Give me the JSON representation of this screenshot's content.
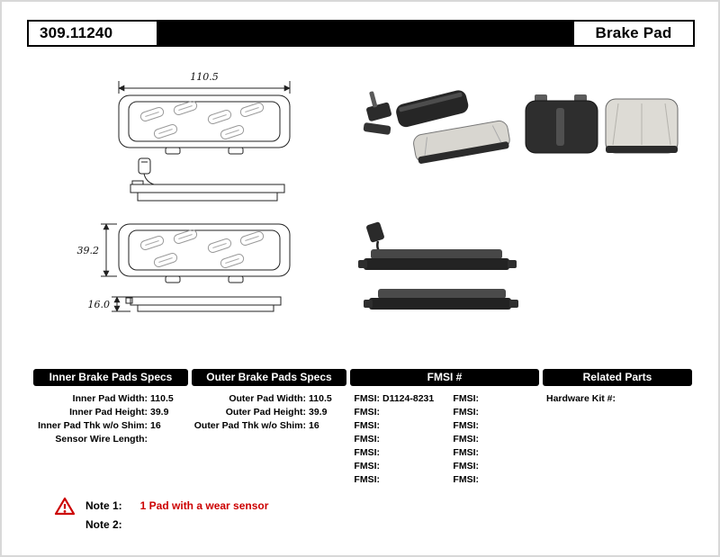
{
  "header": {
    "part_number": "309.11240",
    "product_name": "Brake Pad"
  },
  "diagram": {
    "width_label": "110.5",
    "height_label": "39.2",
    "thickness_label": "16.0"
  },
  "specs": {
    "inner": {
      "title": "Inner Brake Pads Specs",
      "rows": [
        {
          "label": "Inner Pad Width:",
          "value": "110.5"
        },
        {
          "label": "Inner Pad Height:",
          "value": "39.9"
        },
        {
          "label": "Inner Pad Thk w/o Shim:",
          "value": "16"
        },
        {
          "label": "Sensor Wire Length:",
          "value": ""
        }
      ]
    },
    "outer": {
      "title": "Outer Brake Pads Specs",
      "rows": [
        {
          "label": "Outer Pad Width:",
          "value": "110.5"
        },
        {
          "label": "Outer Pad Height:",
          "value": "39.9"
        },
        {
          "label": "Outer Pad Thk w/o Shim:",
          "value": "16"
        }
      ]
    },
    "fmsi": {
      "title": "FMSI #",
      "rows": [
        {
          "l1": "FMSI:",
          "v1": "D1124-8231",
          "l2": "FMSI:",
          "v2": ""
        },
        {
          "l1": "FMSI:",
          "v1": "",
          "l2": "FMSI:",
          "v2": ""
        },
        {
          "l1": "FMSI:",
          "v1": "",
          "l2": "FMSI:",
          "v2": ""
        },
        {
          "l1": "FMSI:",
          "v1": "",
          "l2": "FMSI:",
          "v2": ""
        },
        {
          "l1": "FMSI:",
          "v1": "",
          "l2": "FMSI:",
          "v2": ""
        },
        {
          "l1": "FMSI:",
          "v1": "",
          "l2": "FMSI:",
          "v2": ""
        },
        {
          "l1": "FMSI:",
          "v1": "",
          "l2": "FMSI:",
          "v2": ""
        }
      ]
    },
    "related": {
      "title": "Related Parts",
      "rows": [
        {
          "label": "Hardware Kit #:",
          "value": ""
        }
      ]
    }
  },
  "notes": {
    "note1_label": "Note 1:",
    "note1_text": "1 Pad with a wear sensor",
    "note2_label": "Note 2:",
    "note2_text": ""
  },
  "colors": {
    "accent_red": "#cc0000",
    "header_black": "#000000"
  }
}
